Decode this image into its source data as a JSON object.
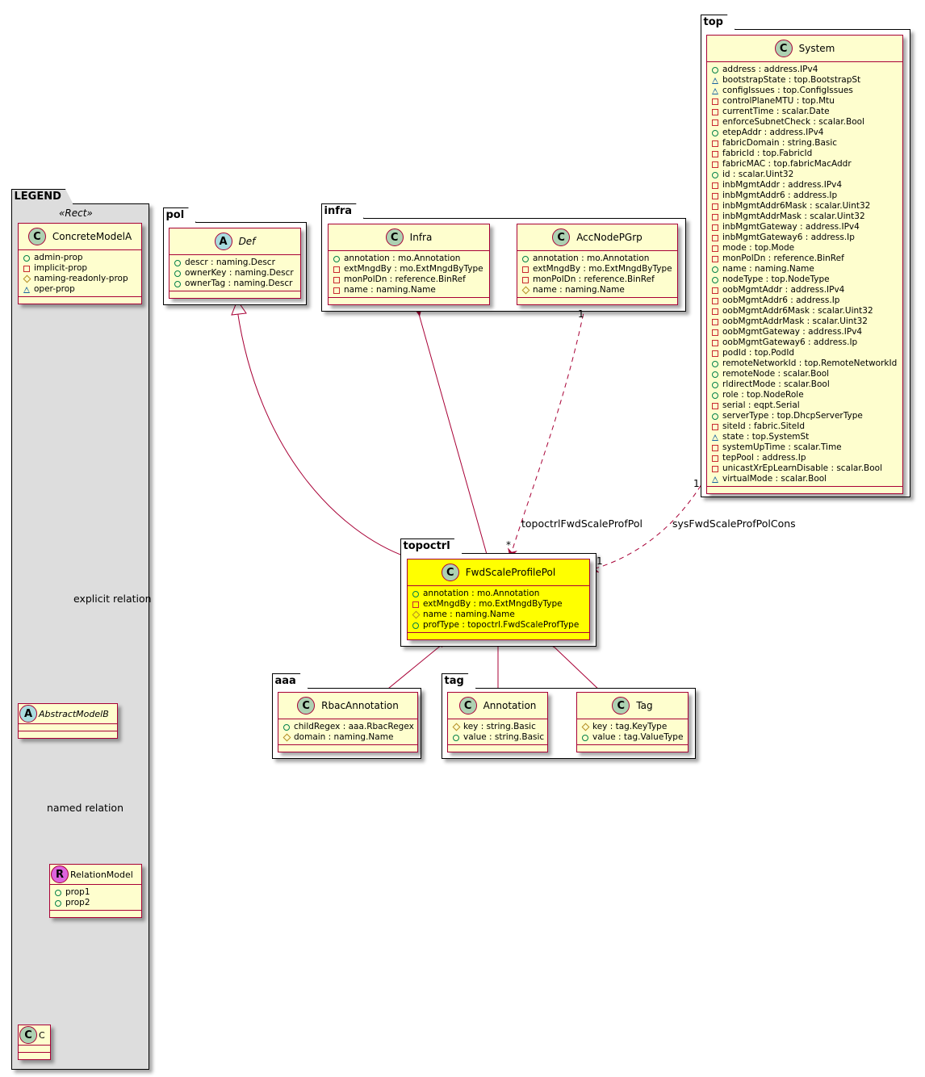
{
  "packages": {
    "legend": "LEGEND",
    "pol": "pol",
    "infra": "infra",
    "top": "top",
    "topoctrl": "topoctrl",
    "aaa": "aaa",
    "tag": "tag"
  },
  "legend": {
    "stereotype": "«Rect»",
    "concrete": {
      "name": "ConcreteModelA",
      "attrs": [
        {
          "vis": "plus",
          "text": "admin-prop"
        },
        {
          "vis": "minus",
          "text": "implicit-prop"
        },
        {
          "vis": "hash",
          "text": "naming-readonly-prop"
        },
        {
          "vis": "tri",
          "text": "oper-prop"
        }
      ]
    },
    "abstract": {
      "name": "AbstractModelB"
    },
    "relation": {
      "name": "RelationModel",
      "attrs": [
        {
          "vis": "plus",
          "text": "prop1"
        },
        {
          "vis": "plus",
          "text": "prop2"
        }
      ]
    },
    "c": {
      "name": "C"
    },
    "explicit_relation_label": "explicit relation",
    "named_relation_label": "named relation"
  },
  "classes": {
    "def": {
      "name": "Def",
      "attrs": [
        {
          "vis": "plus",
          "text": "descr : naming.Descr"
        },
        {
          "vis": "plus",
          "text": "ownerKey : naming.Descr"
        },
        {
          "vis": "plus",
          "text": "ownerTag : naming.Descr"
        }
      ]
    },
    "infra": {
      "name": "Infra",
      "attrs": [
        {
          "vis": "plus",
          "text": "annotation : mo.Annotation"
        },
        {
          "vis": "minus",
          "text": "extMngdBy : mo.ExtMngdByType"
        },
        {
          "vis": "minus",
          "text": "monPolDn : reference.BinRef"
        },
        {
          "vis": "minus",
          "text": "name : naming.Name"
        }
      ]
    },
    "accnodepgrp": {
      "name": "AccNodePGrp",
      "attrs": [
        {
          "vis": "plus",
          "text": "annotation : mo.Annotation"
        },
        {
          "vis": "minus",
          "text": "extMngdBy : mo.ExtMngdByType"
        },
        {
          "vis": "minus",
          "text": "monPolDn : reference.BinRef"
        },
        {
          "vis": "hash",
          "text": "name : naming.Name"
        }
      ]
    },
    "system": {
      "name": "System",
      "attrs": [
        {
          "vis": "plus",
          "text": "address : address.IPv4"
        },
        {
          "vis": "tri",
          "text": "bootstrapState : top.BootstrapSt"
        },
        {
          "vis": "tri",
          "text": "configIssues : top.ConfigIssues"
        },
        {
          "vis": "minus",
          "text": "controlPlaneMTU : top.Mtu"
        },
        {
          "vis": "minus",
          "text": "currentTime : scalar.Date"
        },
        {
          "vis": "minus",
          "text": "enforceSubnetCheck : scalar.Bool"
        },
        {
          "vis": "plus",
          "text": "etepAddr : address.IPv4"
        },
        {
          "vis": "minus",
          "text": "fabricDomain : string.Basic"
        },
        {
          "vis": "minus",
          "text": "fabricId : top.FabricId"
        },
        {
          "vis": "minus",
          "text": "fabricMAC : top.fabricMacAddr"
        },
        {
          "vis": "plus",
          "text": "id : scalar.Uint32"
        },
        {
          "vis": "minus",
          "text": "inbMgmtAddr : address.IPv4"
        },
        {
          "vis": "minus",
          "text": "inbMgmtAddr6 : address.Ip"
        },
        {
          "vis": "minus",
          "text": "inbMgmtAddr6Mask : scalar.Uint32"
        },
        {
          "vis": "minus",
          "text": "inbMgmtAddrMask : scalar.Uint32"
        },
        {
          "vis": "minus",
          "text": "inbMgmtGateway : address.IPv4"
        },
        {
          "vis": "minus",
          "text": "inbMgmtGateway6 : address.Ip"
        },
        {
          "vis": "minus",
          "text": "mode : top.Mode"
        },
        {
          "vis": "minus",
          "text": "monPolDn : reference.BinRef"
        },
        {
          "vis": "plus",
          "text": "name : naming.Name"
        },
        {
          "vis": "plus",
          "text": "nodeType : top.NodeType"
        },
        {
          "vis": "minus",
          "text": "oobMgmtAddr : address.IPv4"
        },
        {
          "vis": "minus",
          "text": "oobMgmtAddr6 : address.Ip"
        },
        {
          "vis": "minus",
          "text": "oobMgmtAddr6Mask : scalar.Uint32"
        },
        {
          "vis": "minus",
          "text": "oobMgmtAddrMask : scalar.Uint32"
        },
        {
          "vis": "minus",
          "text": "oobMgmtGateway : address.IPv4"
        },
        {
          "vis": "minus",
          "text": "oobMgmtGateway6 : address.Ip"
        },
        {
          "vis": "minus",
          "text": "podId : top.PodId"
        },
        {
          "vis": "plus",
          "text": "remoteNetworkId : top.RemoteNetworkId"
        },
        {
          "vis": "plus",
          "text": "remoteNode : scalar.Bool"
        },
        {
          "vis": "plus",
          "text": "rldirectMode : scalar.Bool"
        },
        {
          "vis": "plus",
          "text": "role : top.NodeRole"
        },
        {
          "vis": "minus",
          "text": "serial : eqpt.Serial"
        },
        {
          "vis": "plus",
          "text": "serverType : top.DhcpServerType"
        },
        {
          "vis": "minus",
          "text": "siteId : fabric.SiteId"
        },
        {
          "vis": "tri",
          "text": "state : top.SystemSt"
        },
        {
          "vis": "minus",
          "text": "systemUpTime : scalar.Time"
        },
        {
          "vis": "minus",
          "text": "tepPool : address.Ip"
        },
        {
          "vis": "minus",
          "text": "unicastXrEpLearnDisable : scalar.Bool"
        },
        {
          "vis": "tri",
          "text": "virtualMode : scalar.Bool"
        }
      ]
    },
    "fwd": {
      "name": "FwdScaleProfilePol",
      "attrs": [
        {
          "vis": "plus",
          "text": "annotation : mo.Annotation"
        },
        {
          "vis": "minus",
          "text": "extMngdBy : mo.ExtMngdByType"
        },
        {
          "vis": "hash",
          "text": "name : naming.Name"
        },
        {
          "vis": "plus",
          "text": "profType : topoctrl.FwdScaleProfType"
        }
      ]
    },
    "rbac": {
      "name": "RbacAnnotation",
      "attrs": [
        {
          "vis": "plus",
          "text": "childRegex : aaa.RbacRegex"
        },
        {
          "vis": "hash",
          "text": "domain : naming.Name"
        }
      ]
    },
    "annotation": {
      "name": "Annotation",
      "attrs": [
        {
          "vis": "hash",
          "text": "key : string.Basic"
        },
        {
          "vis": "plus",
          "text": "value : string.Basic"
        }
      ]
    },
    "tag": {
      "name": "Tag",
      "attrs": [
        {
          "vis": "hash",
          "text": "key : tag.KeyType"
        },
        {
          "vis": "plus",
          "text": "value : tag.ValueType"
        }
      ]
    }
  },
  "relations": {
    "accnode_label": "topoctrlFwdScaleProfPol",
    "accnode_src_mult": "1",
    "accnode_dst_mult": "*",
    "system_label": "sysFwdScaleProfPolCons",
    "system_src_mult": "1",
    "system_dst_mult": "1"
  },
  "colors": {
    "line": "#a80036",
    "class_bg": "#fefece",
    "highlight_bg": "#ffff00",
    "legend_bg": "#dddddd"
  }
}
